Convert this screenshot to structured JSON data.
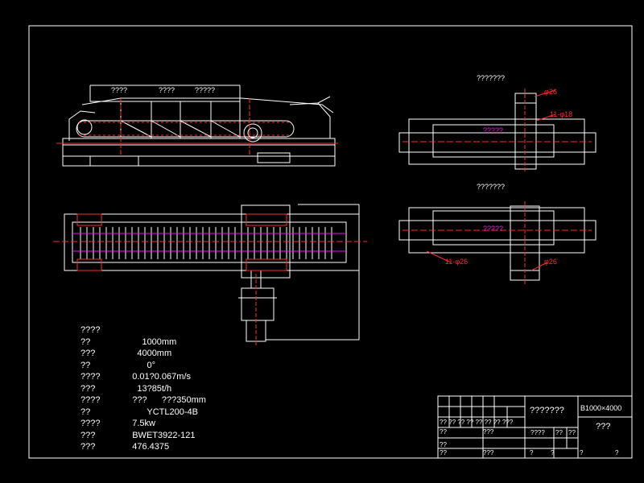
{
  "colors": {
    "background": "#000000",
    "line_white": "#ffffff",
    "line_red": "#ff2a2a",
    "line_magenta": "#ff00ff",
    "line_cyan": "#00e5ff",
    "line_yellow": "#ffff00"
  },
  "labels": {
    "side_label_1": "????",
    "side_label_2": "????",
    "side_label_3": "?????",
    "section_a_title": "???????",
    "section_b_title": "???????",
    "dim_phi26_a": "φ26",
    "dim_phi18": "11-φ18",
    "dim_phi26_b": "11-φ26",
    "dim_phi26_c": "φ26",
    "section_a_center": "?????",
    "section_b_center": "?????"
  },
  "specs": [
    {
      "key": "????",
      "value": ""
    },
    {
      "key": "??",
      "value": "        1000mm"
    },
    {
      "key": "???",
      "value": "      4000mm"
    },
    {
      "key": "??",
      "value": "          0°"
    },
    {
      "key": "????",
      "value": "    0.01?0.067m/s"
    },
    {
      "key": "???",
      "value": "      13?85t/h"
    },
    {
      "key": "????",
      "value": "    ???      ???350mm"
    },
    {
      "key": "??",
      "value": "          YCTL200-4B"
    },
    {
      "key": "????",
      "value": "    7.5kw"
    },
    {
      "key": "???",
      "value": "    BWET3922-121"
    },
    {
      "key": "???",
      "value": "    476.4375"
    }
  ],
  "title_block": {
    "drawing_name": "???????",
    "model": "B1000×4000",
    "company": "???",
    "row_a": "?? ?? ?? ?? ?? ?? ?? ???",
    "row_b_left": "??",
    "row_b_mid": "???",
    "row_c_left": "??",
    "row_d_left": "??",
    "row_d_mid": "???",
    "cell_scale_1": "????",
    "cell_scale_2": "??",
    "cell_scale_3": "??",
    "cell_bottom_1": "?",
    "cell_bottom_2": "?",
    "cell_bottom_3": "?",
    "cell_bottom_4": "?",
    "cell_company_1": "?",
    "cell_company_2": "?"
  }
}
